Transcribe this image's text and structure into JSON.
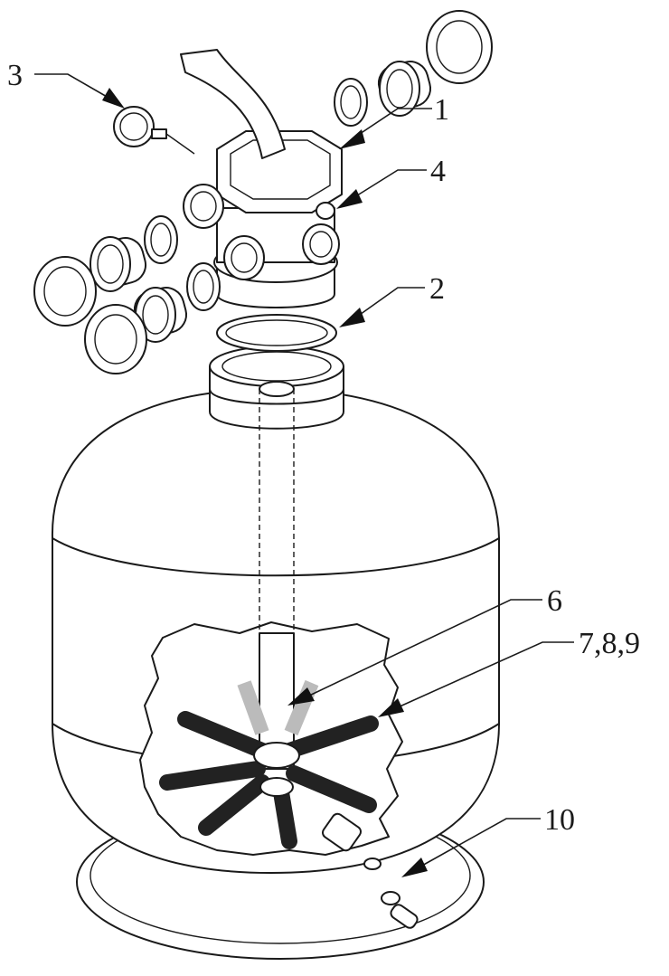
{
  "labels": {
    "p1": "1",
    "p2": "2",
    "p3": "3",
    "p4": "4",
    "p6": "6",
    "p789": "7,8,9",
    "p10": "10"
  },
  "colors": {
    "stroke": "#1a1a1a",
    "background": "#ffffff",
    "lateral_fill": "#2a2a2a"
  }
}
